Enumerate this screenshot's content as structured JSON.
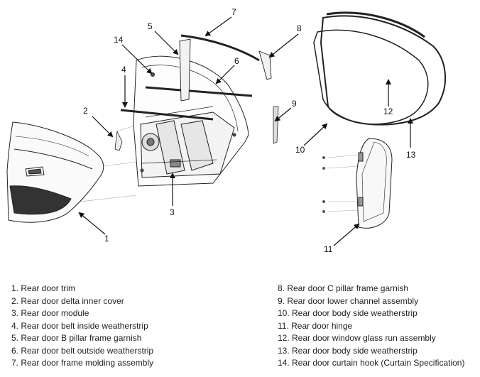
{
  "callouts": [
    "1",
    "2",
    "3",
    "4",
    "5",
    "6",
    "7",
    "8",
    "9",
    "10",
    "11",
    "12",
    "13",
    "14"
  ],
  "legend": {
    "left": [
      "1. Rear door trim",
      "2. Rear door delta inner cover",
      "3. Rear door module",
      "4. Rear door belt inside weatherstrip",
      "5. Rear door B pillar frame garnish",
      "6. Rear door belt outside weatherstrip",
      "7. Rear door frame molding assembly"
    ],
    "right": [
      "8. Rear door C pillar frame garnish",
      "9. Rear door lower channel assembly",
      "10. Rear door body side weatherstrip",
      "11. Rear door hinge",
      "12. Rear door window glass run assembly",
      "13. Rear door body side weatherstrip",
      "14. Rear door curtain hook (Curtain Specification)"
    ]
  }
}
